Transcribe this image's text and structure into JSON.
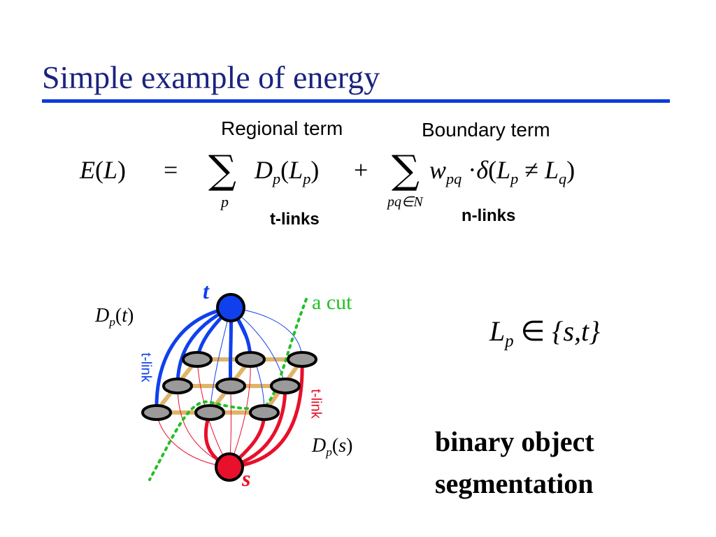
{
  "slide": {
    "title": "Simple example of energy"
  },
  "equation": {
    "regional_label": "Regional term",
    "boundary_label": "Boundary term",
    "lhs": "E",
    "lhs_arg": "L",
    "equals": "=",
    "sum1_sub": "p",
    "d_letter": "D",
    "d_sub": "p",
    "d_arg_letter": "L",
    "d_arg_sub": "p",
    "plus": "+",
    "sum2_sub": "pq∈N",
    "w_letter": "w",
    "w_sub": "pq",
    "dot": "·",
    "delta": "δ",
    "lp_letter": "L",
    "lp_sub": "p",
    "neq": "≠",
    "lq_letter": "L",
    "lq_sub": "q",
    "tlinks_label": "t-links",
    "nlinks_label": "n-links"
  },
  "diagram": {
    "t_node_label": "t",
    "s_node_label": "s",
    "cut_label": "a cut",
    "tlink_left_label": "t-link",
    "tlink_right_label": "t-link",
    "dpt_letter": "D",
    "dpt_sub": "p",
    "dpt_arg": "t",
    "dps_letter": "D",
    "dps_sub": "p",
    "dps_arg": "s",
    "colors": {
      "source_blue": "#1040ee",
      "sink_red": "#e8102a",
      "cut_green": "#22c022",
      "grid_tan": "#e0b46a",
      "pixel_gray": "#9a9a9a"
    }
  },
  "labels_set": {
    "L": "L",
    "sub": "p",
    "in": "∈",
    "set": "{s,t}"
  },
  "caption": {
    "line1": "binary object",
    "line2": "segmentation"
  }
}
